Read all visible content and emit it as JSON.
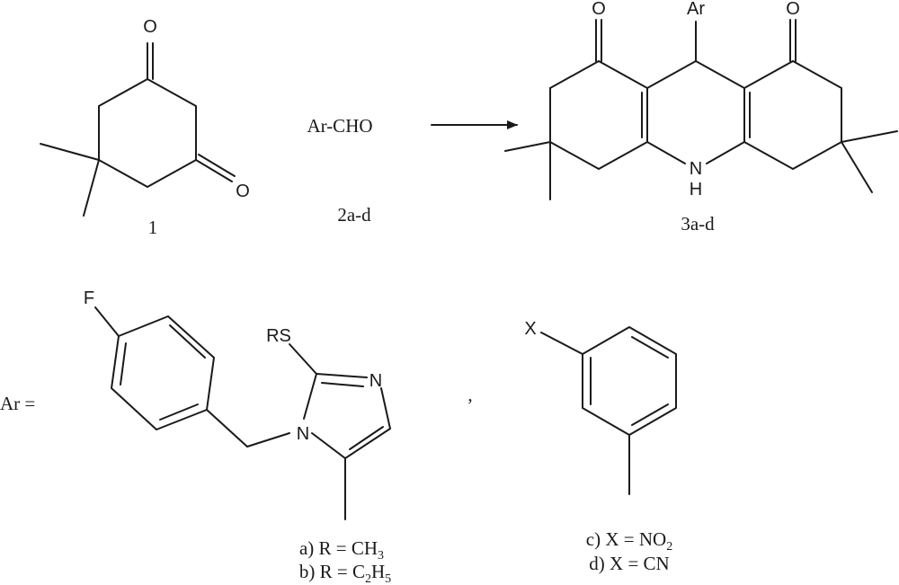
{
  "atoms": {
    "o": "O",
    "ar": "Ar",
    "n_ring": "N",
    "h": "H",
    "n_imid": "N",
    "f": "F",
    "rs": "RS",
    "x": "X"
  },
  "reagent": "Ar-CHO",
  "labels": {
    "compound1": "1",
    "compound2": "2a-d",
    "compound3": "3a-d",
    "ar_eq": "Ar =",
    "comma": ","
  },
  "variants": {
    "a": {
      "prefix": "a) R = CH",
      "sub": "3",
      "suffix": ""
    },
    "b": {
      "prefix": "b) R = C",
      "sub1": "2",
      "mid": "H",
      "sub2": "5"
    },
    "c": {
      "prefix": "c) X = NO",
      "sub": "2"
    },
    "d": {
      "text": "d) X = CN"
    }
  },
  "colors": {
    "ink": "#1a1a1a",
    "background": "#ffffff"
  }
}
